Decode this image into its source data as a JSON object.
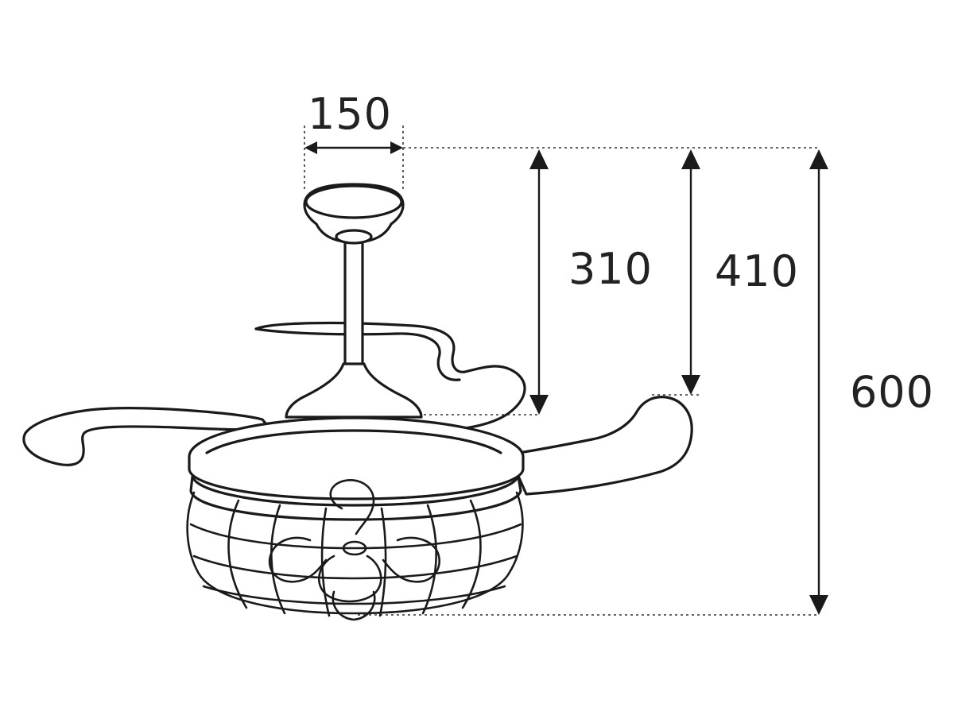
{
  "dimensions": {
    "canopy_width": "150",
    "height_blades": "310",
    "height_housing": "410",
    "height_total": "600"
  }
}
